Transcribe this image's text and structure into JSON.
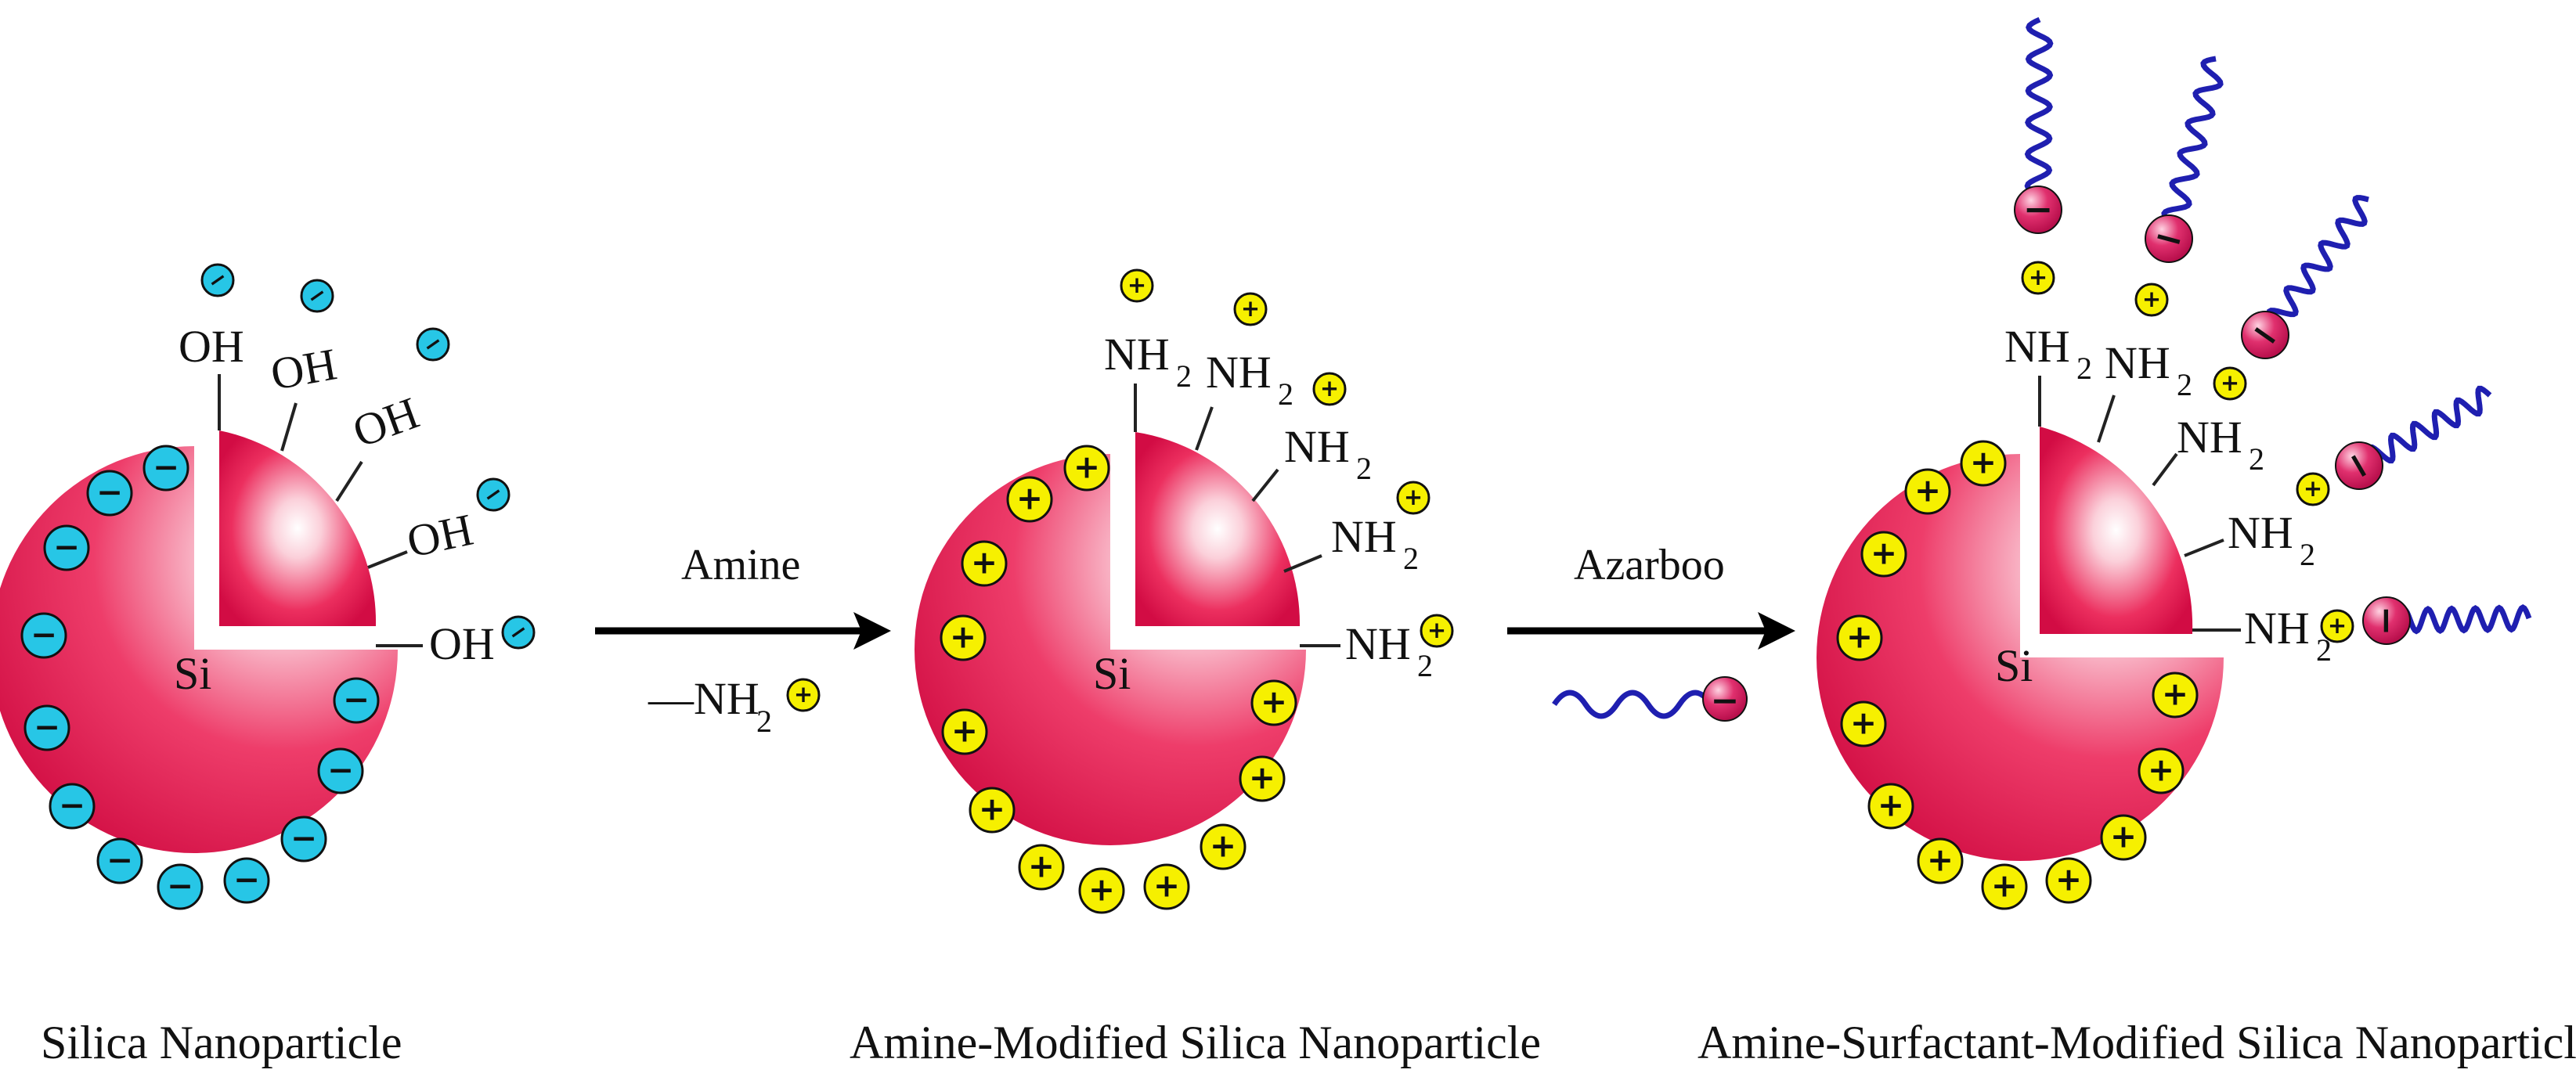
{
  "labels": {
    "oh": "OH",
    "nh": "NH",
    "sub2": "2",
    "si": "Si",
    "dash_nh": "—NH"
  },
  "arrows": {
    "first": "Amine",
    "second": "Azarboo"
  },
  "captions": {
    "left": "Silica Nanoparticle",
    "middle": "Amine-Modified Silica Nanoparticle",
    "right": "Amine-Surfactant-Modified Silica Nanoparticle"
  },
  "signs": {
    "minus": "−",
    "plus": "+"
  },
  "colors": {
    "particle": "#e8134f",
    "particle_highlight": "#ffffff",
    "negative_bead": "#27c6e6",
    "positive_bead": "#f6f000",
    "surfactant_head": "#d9165a",
    "surfactant_tail": "#1f1fb0",
    "arrow": "#000000"
  }
}
